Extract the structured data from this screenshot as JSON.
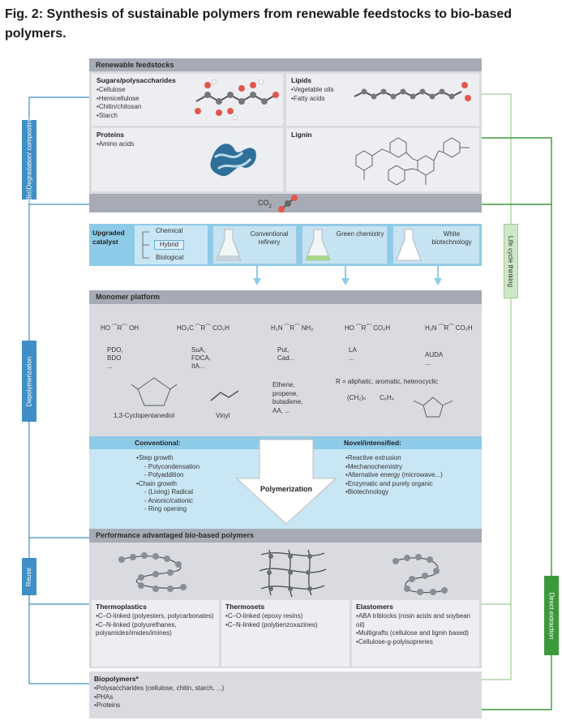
{
  "title": "Fig. 2: Synthesis of sustainable polymers from renewable feedstocks to bio-based polymers.",
  "feedstocks": {
    "header": "Renewable feedstocks",
    "sugars": {
      "title": "Sugars/polysaccharides",
      "items": [
        "Cellulose",
        "Hemicellulose",
        "Chitin/chitosan",
        "Starch"
      ]
    },
    "lipids": {
      "title": "Lipids",
      "items": [
        "Vegetable oils",
        "Fatty acids"
      ]
    },
    "proteins": {
      "title": "Proteins",
      "items": [
        "Amino acids"
      ]
    },
    "lignin": {
      "title": "Lignin"
    },
    "co2": "CO"
  },
  "side_labels": {
    "degradation": "(Bio)Degradation/ composting",
    "depolymerization": "Depolymerization",
    "reuse": "Reuse",
    "life_cycle": "Life cycle thinking",
    "direct_extraction": "Direct extraction"
  },
  "catalysts": {
    "upgraded": "Upgraded catalyst",
    "chemical": "Chemical",
    "hybrid": "Hybrid",
    "biological": "Biological",
    "conventional_refinery": "Conventional refinery",
    "green_chemistry": "Green chemistry",
    "white_biotech": "White biotechnology"
  },
  "monomer": {
    "header": "Monomer platform",
    "groups": [
      {
        "formula": "HO ⁀R⁀ OH",
        "names": "PDO,\nBDO\n..."
      },
      {
        "formula": "HO₂C ⁀R⁀ CO₂H",
        "names": "SuA,\nFDCA,\nItA..."
      },
      {
        "formula": "H₂N ⁀R⁀ NH₂",
        "names": "Put,\nCad..."
      },
      {
        "formula": "HO ⁀R⁀ CO₂H",
        "names": "LA\n..."
      },
      {
        "formula": "H₂N ⁀R⁀ CO₂H",
        "names": "AUDA\n..."
      }
    ],
    "cyclo": "1,3-Cyclopentanediol",
    "vinyl": "Vinyl",
    "ethene": "Ethene,\npropene,\nbutadiene,\nAA, ...",
    "r_def": "R = aliphatic, aromatic, heterocyclic",
    "ch2": "(CH₂)ₙ",
    "c6h4": "C₆H₄"
  },
  "polymerization": {
    "label": "Polymerization",
    "conventional_title": "Conventional:",
    "novel_title": "Novel/intensified:",
    "conventional": [
      {
        "t": "Step growth",
        "sub": false
      },
      {
        "t": "Polycondensation",
        "sub": true
      },
      {
        "t": "Polyaddition",
        "sub": true
      },
      {
        "t": "Chain growth",
        "sub": false
      },
      {
        "t": "(Living) Radical",
        "sub": true
      },
      {
        "t": "Anionic/cationic",
        "sub": true
      },
      {
        "t": "Ring opening",
        "sub": true
      }
    ],
    "novel": [
      "Reactive extrusion",
      "Mechanochemistry",
      "Alternative energy (microwave...)",
      "Enzymatic and purely organic",
      "Biotechnology"
    ]
  },
  "performance": {
    "header": "Performance advantaged bio-based polymers",
    "thermoplastics": {
      "title": "Thermoplastics",
      "items": [
        "C–O-linked (polyesters, polycarbonates)",
        "C–N-linked (polyurethanes, polyamides/imides/imines)"
      ]
    },
    "thermosets": {
      "title": "Thermosets",
      "items": [
        "C–O-linked (epoxy resins)",
        "C–N-linked (polybenzoxazines)"
      ]
    },
    "elastomers": {
      "title": "Elastomers",
      "items": [
        "ABA triblocks (rosin acids and soybean oil)",
        "Multigrafts (cellulose and lignin based)",
        "Cellulose-g-polyisoprenes"
      ]
    }
  },
  "biopolymers": {
    "title": "Biopolymers*",
    "items": [
      "Polysaccharides (cellulose, chitin, starch, ...)",
      "PHAs",
      "Proteins"
    ]
  },
  "colors": {
    "blue": "#3e8fc5",
    "green": "#3a9a3a",
    "lightgreen": "#cde8c6",
    "grey": "#d9dbe0"
  }
}
